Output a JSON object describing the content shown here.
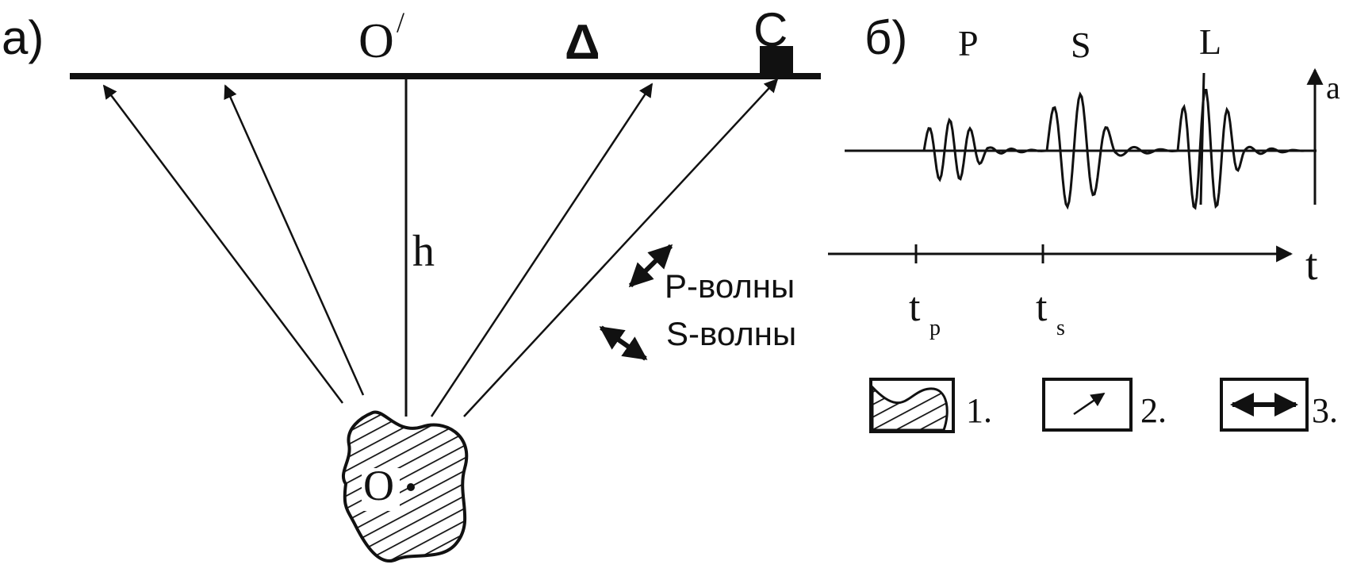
{
  "panel_a": {
    "label": "а)",
    "ground_label_o": "O",
    "ground_label_o_mark": "/",
    "delta": "Δ",
    "station": "C",
    "depth": "h",
    "focus": "O",
    "p_waves": "P-волны",
    "s_waves": "S-волны"
  },
  "panel_b": {
    "label": "б)",
    "phase_p": "P",
    "phase_s": "S",
    "phase_l": "L",
    "amp_axis": "a",
    "time_axis": "t",
    "tp_base": "t",
    "tp_sub": "p",
    "ts_base": "t",
    "ts_sub": "s"
  },
  "legend": [
    {
      "label": "1.",
      "icon": "hatched-focus-icon"
    },
    {
      "label": "2.",
      "icon": "ray-arrow-icon"
    },
    {
      "label": "3.",
      "icon": "double-arrow-icon"
    }
  ],
  "colors": {
    "ink": "#111111",
    "paper": "#ffffff"
  }
}
